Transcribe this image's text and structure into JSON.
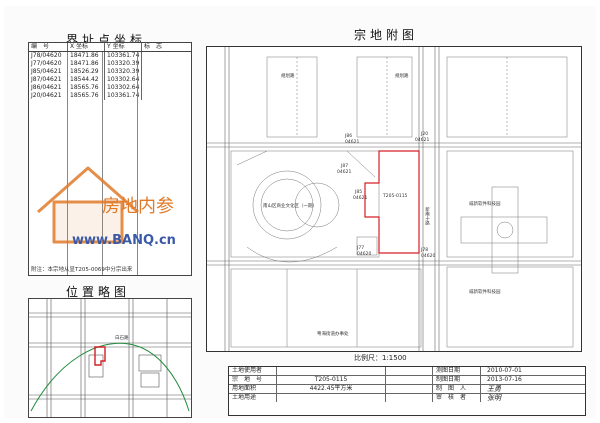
{
  "coord_table": {
    "title": "界址点坐标",
    "headers": [
      "编　号",
      "X 坐标",
      "Y 坐标",
      "标　志"
    ],
    "rows": [
      {
        "id": "J78/04620",
        "x": "18471.86",
        "y": "103361.74"
      },
      {
        "id": "J77/04620",
        "x": "18471.86",
        "y": "103320.39"
      },
      {
        "id": "J85/04621",
        "x": "18526.29",
        "y": "103320.39"
      },
      {
        "id": "J87/04621",
        "x": "18544.42",
        "y": "103302.64"
      },
      {
        "id": "J86/04621",
        "x": "18565.76",
        "y": "103302.64"
      },
      {
        "id": "J20/04621",
        "x": "18565.76",
        "y": "103361.74"
      }
    ],
    "note": "附注：本宗地从显T205-0069中分宗出来"
  },
  "location_map": {
    "title": "位置略图",
    "road_label": "白石路"
  },
  "main_map": {
    "title": "宗地附图",
    "labels": {
      "j86": "J86",
      "p04621_a": "04621",
      "j20": "J20",
      "p04621_b": "04621",
      "j87": "J87",
      "p04621_c": "04621",
      "j85": "J85",
      "p04621_d": "04621",
      "j77": "J77",
      "p04620_a": "04620",
      "j78": "J78",
      "p04620_b": "04620",
      "bldg_left": "南山区商业文化区（一期）",
      "bldg_right_top": "威新软件科技园",
      "bldg_right_bottom": "威新软件科技园",
      "bldg_bottom": "粤海街道办事处",
      "road_right": "新南十路",
      "small_1": "规划路",
      "small_2": "规划路",
      "parcel_inner": "T205-0115"
    }
  },
  "scale": "比例尺：1:1500",
  "info_table": {
    "rows": [
      {
        "l1": "土地使用者",
        "v1": "",
        "l2": "测图日期",
        "v2": "2010-07-01"
      },
      {
        "l1": "宗　地　号",
        "v1": "T205-0115",
        "l2": "制图日期",
        "v2": "2013-07-16"
      },
      {
        "l1": "用地面积",
        "v1": "4422.45平方米",
        "l2": "制　图　人",
        "v2": "王勇"
      },
      {
        "l1": "土地用途",
        "v1": "",
        "l2": "审　核　者",
        "v2": "张明"
      }
    ]
  },
  "watermark": {
    "brand": "房地内参",
    "url": "www.BANQ.cn"
  },
  "colors": {
    "parcel_outline": "#d32027",
    "watermark_orange": "#e07b2a",
    "watermark_url": "#3a5aa8",
    "green_curve": "#1f8a3a"
  }
}
